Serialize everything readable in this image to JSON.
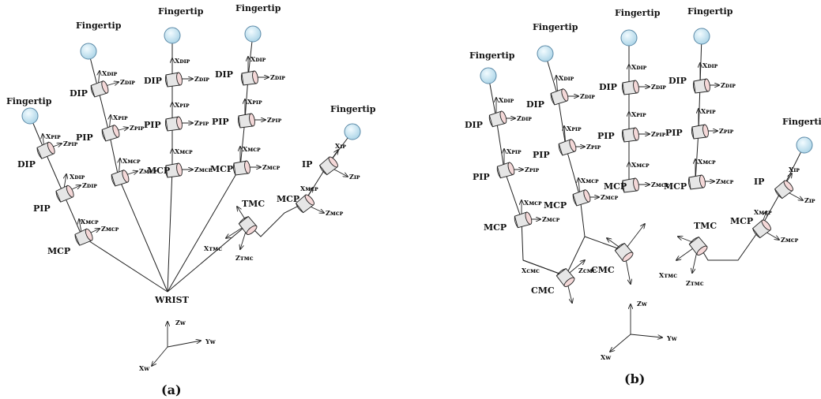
{
  "panels": {
    "a": {
      "label": "(a)",
      "wrist_label": "WRIST"
    },
    "b": {
      "label": "(b)"
    }
  },
  "labels": {
    "fingertip": "Fingertip",
    "dip": "DIP",
    "pip": "PIP",
    "mcp": "MCP",
    "ip": "IP",
    "tmc": "TMC",
    "cmc": "CMC"
  },
  "axis_labels": {
    "x_dip": "Xᴅɪᴘ",
    "z_dip": "Zᴅɪᴘ",
    "x_pip": "Xᴘɪᴘ",
    "z_pip": "Zᴘɪᴘ",
    "x_mcp": "Xᴍᴄᴘ",
    "z_mcp": "Zᴍᴄᴘ",
    "x_ip": "Xɪᴘ",
    "z_ip": "Zɪᴘ",
    "x_tmc": "Xᴛᴍᴄ",
    "z_tmc": "Zᴛᴍᴄ",
    "x_cmc": "Xᴄᴍᴄ",
    "z_cmc": "Zᴄᴍᴄ",
    "x_w": "Xᴡ",
    "y_w": "Yᴡ",
    "z_w": "Zᴡ"
  },
  "colors": {
    "joint_fill": "#e6e6e6",
    "joint_end": "#f4d8d8",
    "tip_fill": "#cfe8f3",
    "tip_stroke": "#5b8aa8",
    "line": "#222222"
  }
}
